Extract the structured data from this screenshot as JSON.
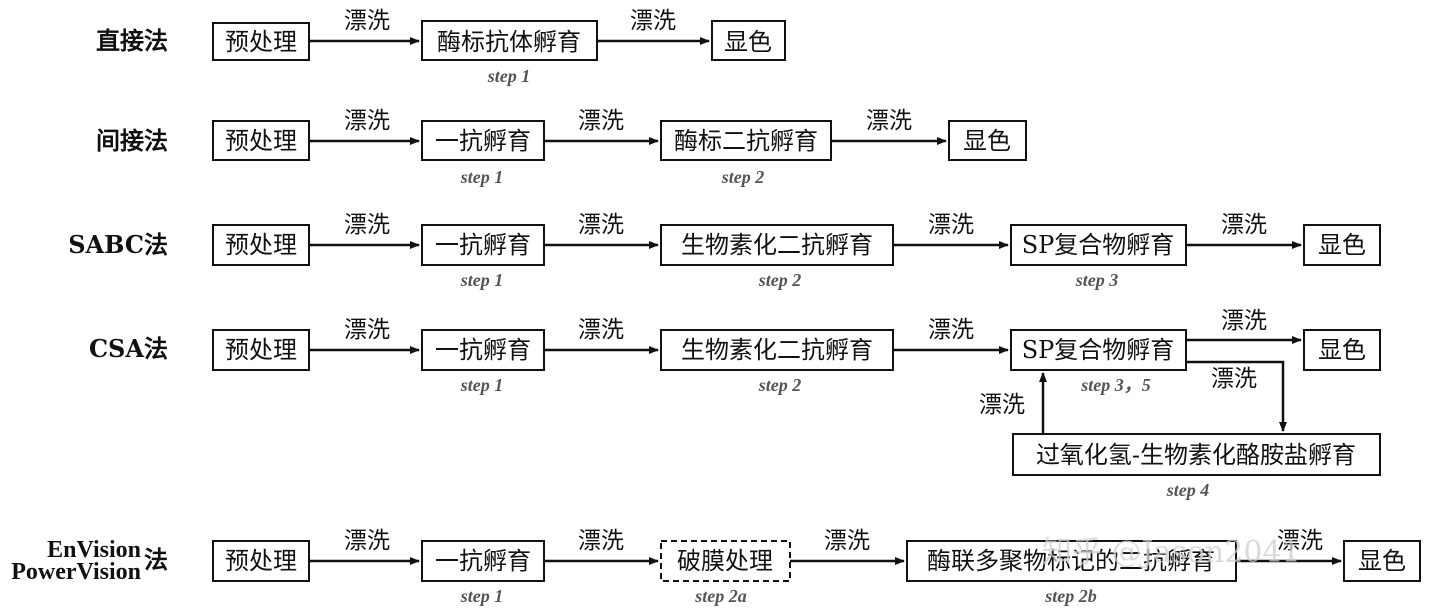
{
  "methods": {
    "direct": "直接法",
    "indirect": "间接法",
    "sabc": "SABC法",
    "csa": "CSA法",
    "envision_line1": "EnVision",
    "envision_line2": "PowerVision",
    "envision_suffix": "法"
  },
  "boxes": {
    "pretreat": "预处理",
    "enzyme_ab_incubation": "酶标抗体孵育",
    "color": "显色",
    "primary_ab_incubation": "一抗孵育",
    "enzyme_secondary_incubation": "酶标二抗孵育",
    "biotin_secondary_incubation": "生物素化二抗孵育",
    "sp_complex_incubation": "SP复合物孵育",
    "peroxide_tyramide_incubation": "过氧化氢-生物素化酪胺盐孵育",
    "membrane_permeabilization": "破膜处理",
    "enzyme_polymer_secondary": "酶联多聚物标记的二抗孵育"
  },
  "wash": "漂洗",
  "steps": {
    "s1": "step 1",
    "s2": "step 2",
    "s3": "step 3",
    "s3_5": "step 3，5",
    "s4": "step 4",
    "s2a": "step 2a",
    "s2b": "step 2b"
  },
  "watermark": "知乎 @Jason2041"
}
